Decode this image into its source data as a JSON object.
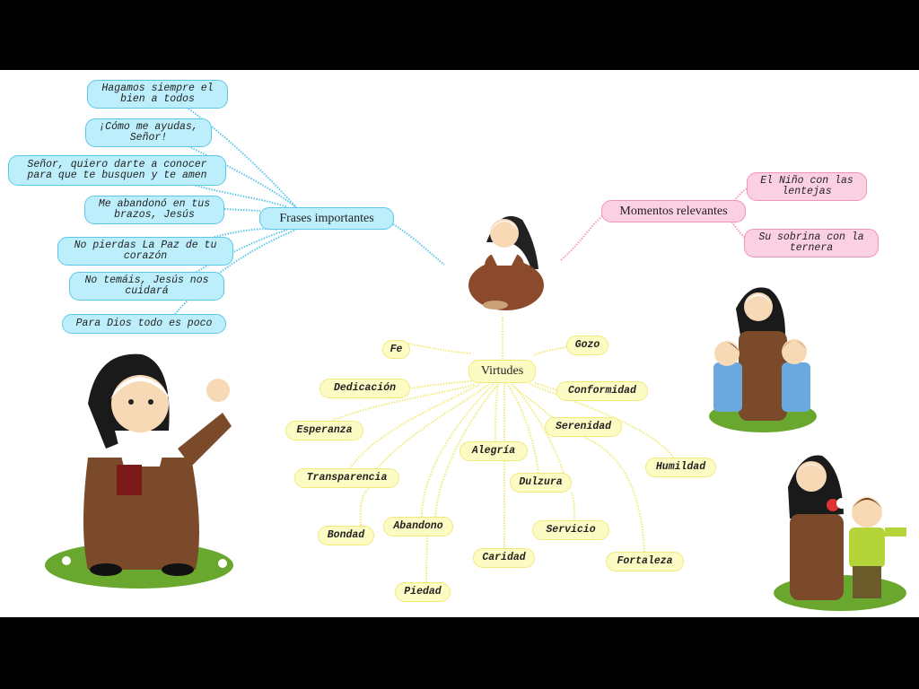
{
  "frases": {
    "title": "Frases importantes",
    "items": [
      "Hagamos siempre el\nbien a todos",
      "¡Cómo me ayudas,\nSeñor!",
      "Señor, quiero darte a conocer\npara que te busquen y te amen",
      "Me abandonó en tus\nbrazos, Jesús",
      "No pierdas La Paz de tu\ncorazón",
      "No temáis, Jesús nos\ncuidará",
      "Para Dios todo es poco"
    ]
  },
  "momentos": {
    "title": "Momentos relevantes",
    "items": [
      "El Niño con las\nlentejas",
      "Su sobrina con la\nternera"
    ]
  },
  "virtudes": {
    "title": "Virtudes",
    "items": [
      "Fe",
      "Gozo",
      "Dedicación",
      "Conformidad",
      "Esperanza",
      "Serenidad",
      "Alegría",
      "Humildad",
      "Transparencia",
      "Dulzura",
      "Bondad",
      "Abandono",
      "Servicio",
      "Caridad",
      "Fortaleza",
      "Piedad"
    ]
  },
  "colors": {
    "blue": "#bdeefb",
    "pink": "#fbd0e3",
    "yellow": "#fdfbc4"
  }
}
